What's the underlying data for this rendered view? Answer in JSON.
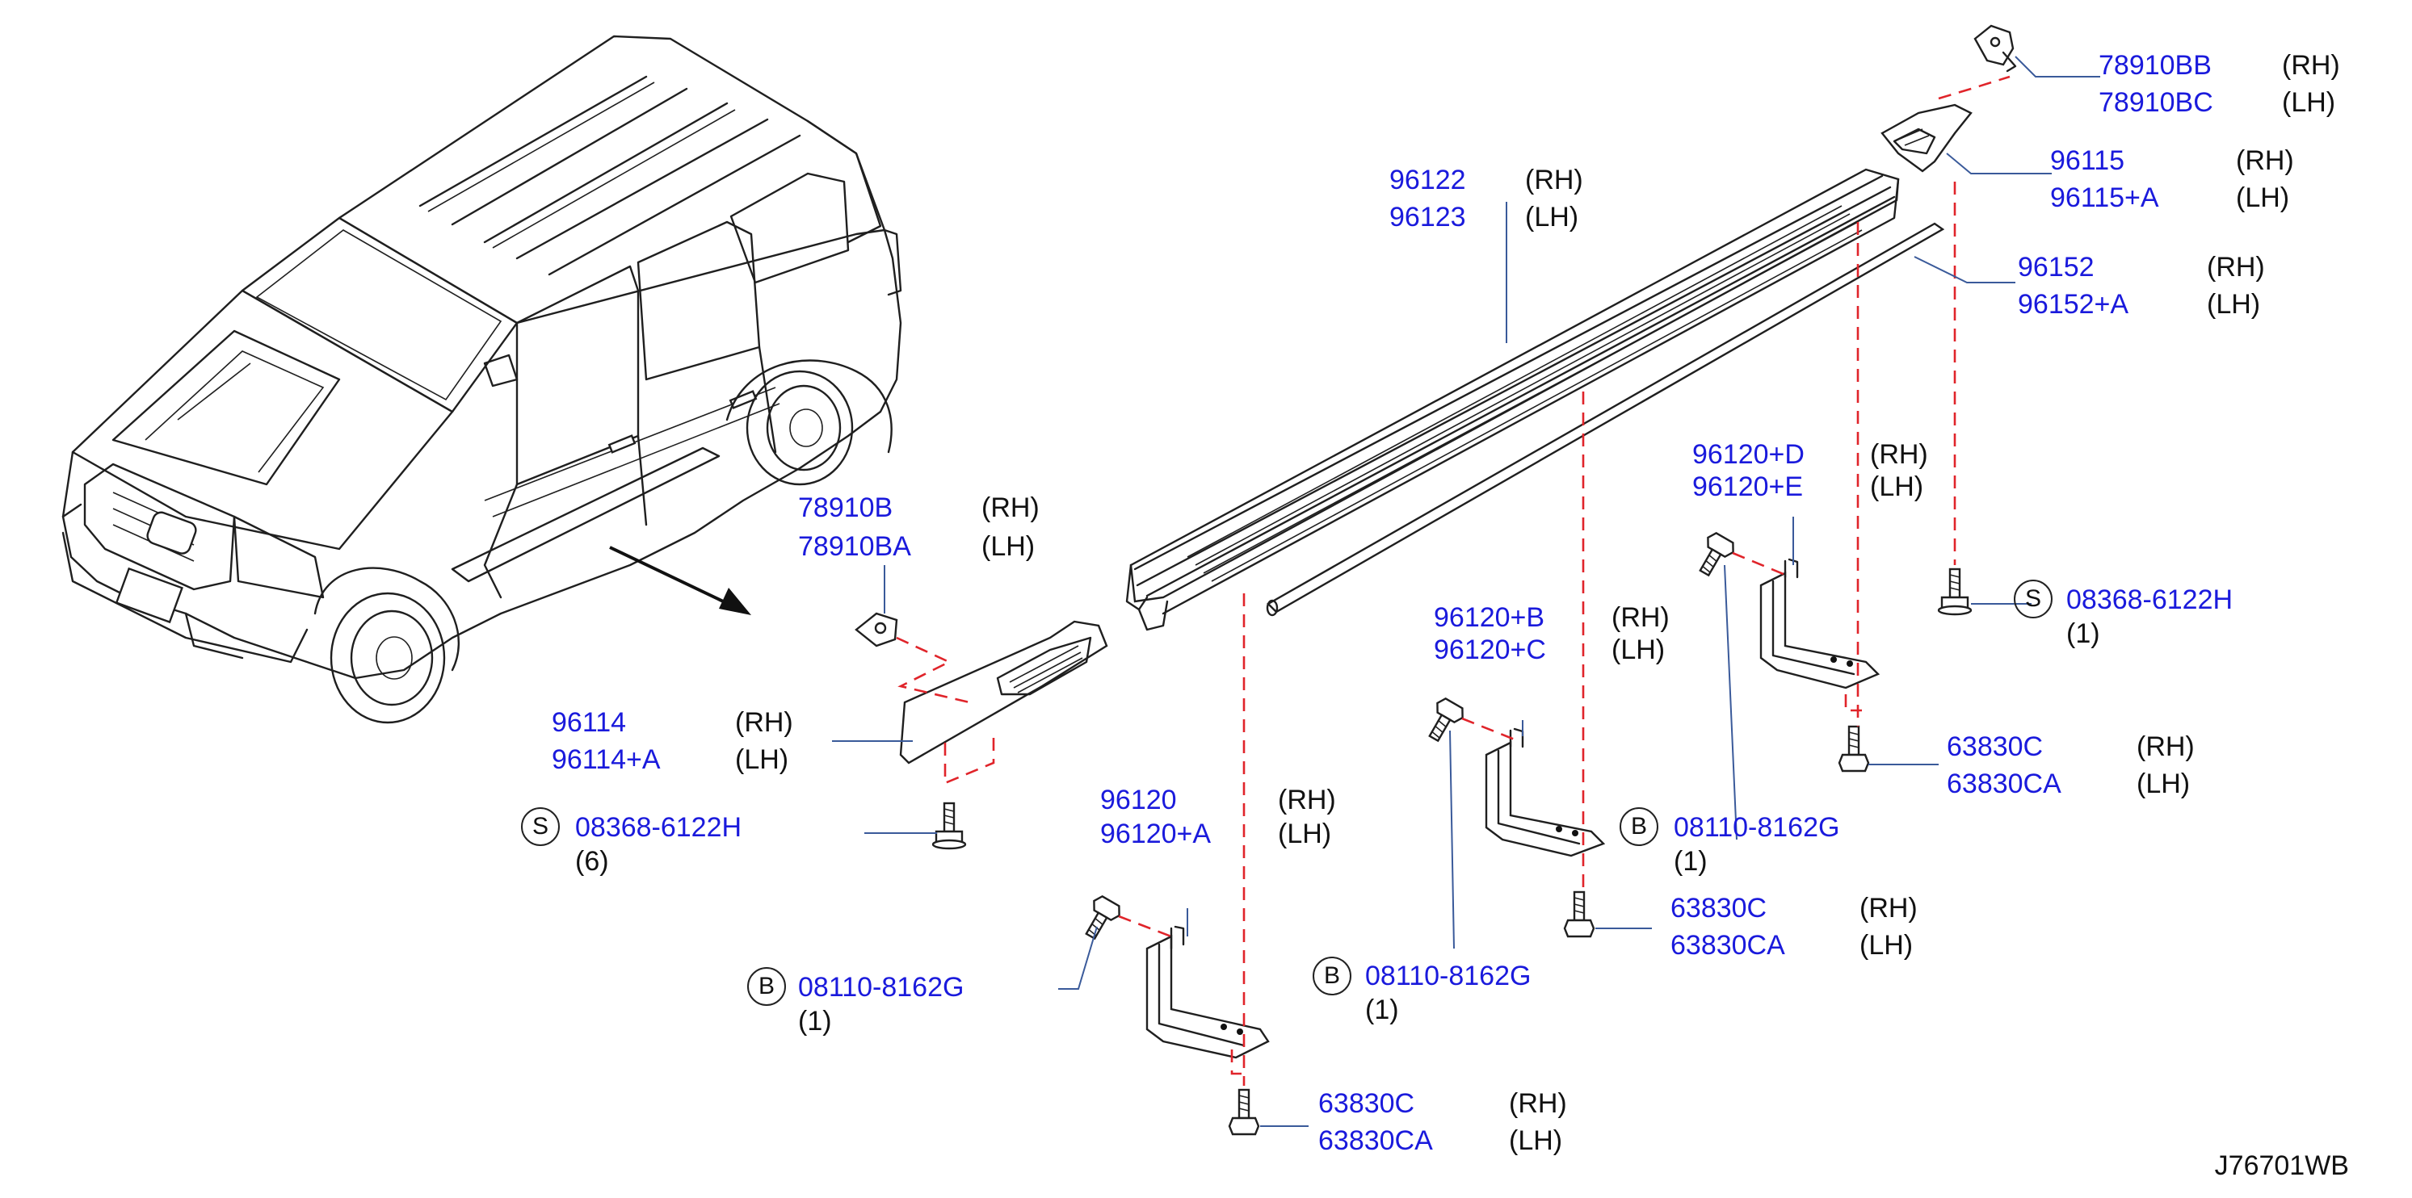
{
  "labels": {
    "l78910bb": {
      "part1": "78910BB",
      "part2": "78910BC",
      "side1": "(RH)",
      "side2": "(LH)"
    },
    "l96115": {
      "part1": "96115",
      "part2": "96115+A",
      "side1": "(RH)",
      "side2": "(LH)"
    },
    "l96122": {
      "part1": "96122",
      "part2": "96123",
      "side1": "(RH)",
      "side2": "(LH)"
    },
    "l96152": {
      "part1": "96152",
      "part2": "96152+A",
      "side1": "(RH)",
      "side2": "(LH)"
    },
    "l96120d": {
      "part1": "96120+D",
      "part2": "96120+E",
      "side1": "(RH)",
      "side2": "(LH)"
    },
    "l78910b": {
      "part1": "78910B",
      "part2": "78910BA",
      "side1": "(RH)",
      "side2": "(LH)"
    },
    "l96120b": {
      "part1": "96120+B",
      "part2": "96120+C",
      "side1": "(RH)",
      "side2": "(LH)"
    },
    "l96114": {
      "part1": "96114",
      "part2": "96114+A",
      "side1": "(RH)",
      "side2": "(LH)"
    },
    "l96120": {
      "part1": "96120",
      "part2": "96120+A",
      "side1": "(RH)",
      "side2": "(LH)"
    },
    "l63830_right": {
      "part1": "63830C",
      "part2": "63830CA",
      "side1": "(RH)",
      "side2": "(LH)"
    },
    "l63830_mid": {
      "part1": "63830C",
      "part2": "63830CA",
      "side1": "(RH)",
      "side2": "(LH)"
    },
    "l63830_bottom": {
      "part1": "63830C",
      "part2": "63830CA",
      "side1": "(RH)",
      "side2": "(LH)"
    }
  },
  "fasteners": {
    "s_right": {
      "symbol": "S",
      "part": "08368-6122H",
      "qty": "(1)"
    },
    "s_left": {
      "symbol": "S",
      "part": "08368-6122H",
      "qty": "(6)"
    },
    "b_right": {
      "symbol": "B",
      "part": "08110-8162G",
      "qty": "(1)"
    },
    "b_mid": {
      "symbol": "B",
      "part": "08110-8162G",
      "qty": "(1)"
    },
    "b_left": {
      "symbol": "B",
      "part": "08110-8162G",
      "qty": "(1)"
    }
  },
  "reference": "J76701WB",
  "colors": {
    "part_number": "#1a1adc",
    "text": "#111111",
    "dash_line": "#e0242a",
    "leader": "#3a5a9a"
  }
}
